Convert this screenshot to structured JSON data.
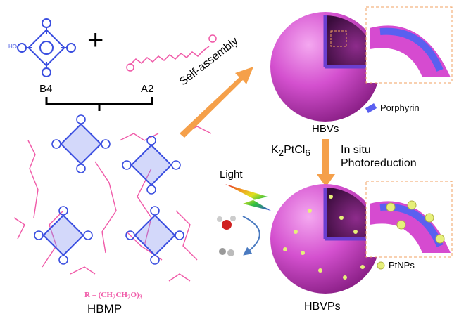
{
  "labels": {
    "b4": "B4",
    "a2": "A2",
    "plus": "+",
    "self_assembly": "Self-assembly",
    "hbvs": "HBVs",
    "porphyrin": "Porphyrin",
    "k2ptcl6_main": "K",
    "k2ptcl6_sub1": "2",
    "k2ptcl6_mid": "PtCl",
    "k2ptcl6_sub2": "6",
    "in_situ": "In situ",
    "photoreduction": "Photoreduction",
    "light": "Light",
    "hbmp": "HBMP",
    "r_def_a": "R = (CH",
    "r_def_b": "2",
    "r_def_c": "CH",
    "r_def_d": "2",
    "r_def_e": "O)",
    "r_def_f": "3",
    "hbvps": "HBVPs",
    "ptnps": "PtNPs"
  },
  "colors": {
    "porphyrin_blue": "#3a4ee0",
    "linker_pink": "#f05aa8",
    "vesicle_magenta": "#d64bd0",
    "arrow_orange": "#f5a04a",
    "pt_np": "#e6f07a"
  }
}
